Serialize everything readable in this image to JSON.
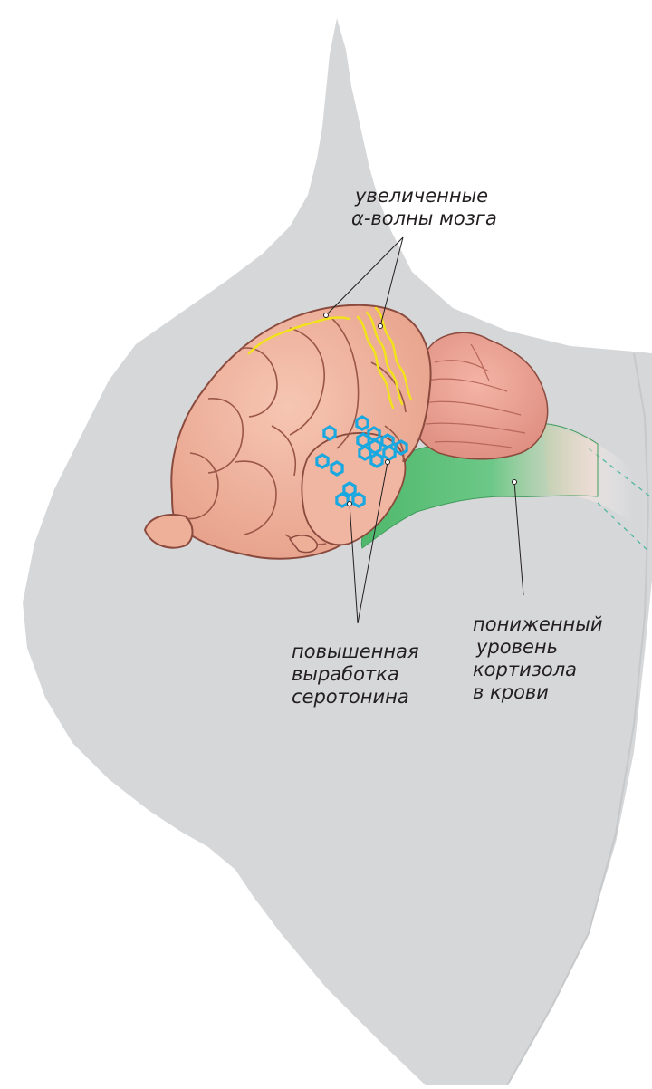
{
  "labels": {
    "alpha_waves": {
      "line1": "увеличенные",
      "line2": "α-волны мозга"
    },
    "serotonin": {
      "line1": "повышенная",
      "line2": "выработка",
      "line3": "серотонина"
    },
    "cortisol": {
      "line1": "пониженный",
      "line2": "уровень",
      "line3": "кортизола",
      "line4": "в крови"
    }
  },
  "colors": {
    "background": "#ffffff",
    "head_silhouette": "#d6d7d9",
    "brain_fill": "#efb09a",
    "brain_outline": "#8a4b3e",
    "cerebellum_fill": "#ec9f92",
    "brainstem_fill": "#5bbf74",
    "wave_color": "#f2e21c",
    "serotonin_marker": "#1aa8e0",
    "text": "#231f20"
  },
  "icons": {
    "wave": "alpha-wave-line",
    "marker": "serotonin-molecule-hexagon"
  }
}
